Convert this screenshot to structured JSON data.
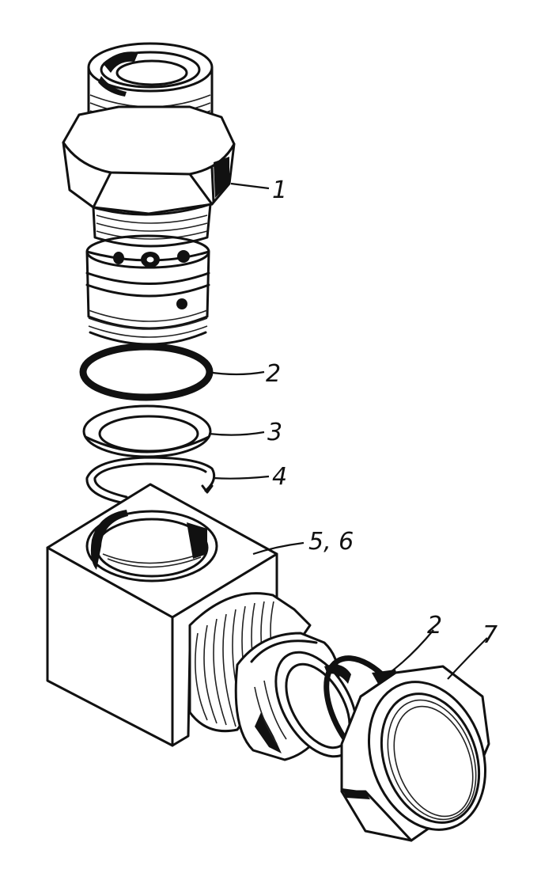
{
  "callouts": [
    {
      "id": "fitting",
      "text": "1"
    },
    {
      "id": "o-ring-upper",
      "text": "2"
    },
    {
      "id": "washer",
      "text": "3"
    },
    {
      "id": "retaining-ring",
      "text": "4"
    },
    {
      "id": "elbow-body",
      "text": "5, 6"
    },
    {
      "id": "o-ring-lower",
      "text": "2"
    },
    {
      "id": "union-nut",
      "text": "7"
    }
  ]
}
